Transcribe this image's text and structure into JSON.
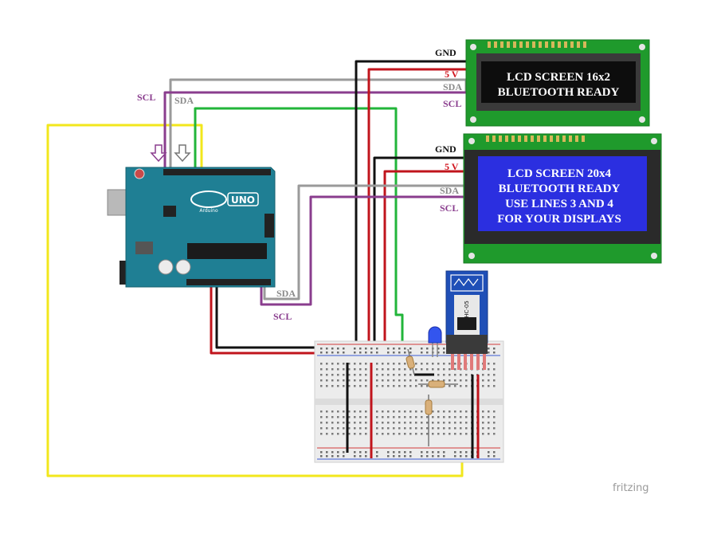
{
  "labels": {
    "gnd": "GND",
    "v5": "5 V",
    "sda": "SDA",
    "scl": "SCL"
  },
  "lcd16": {
    "line1": "LCD  SCREEN  16x2",
    "line2": "BLUETOOTH  READY"
  },
  "lcd20": {
    "line1": "LCD   SCREEN    20x4",
    "line2": "BLUETOOTH    READY",
    "line3": "USE LINES 3 AND 4",
    "line4": "FOR YOUR DISPLAYS"
  },
  "arduino": {
    "model": "UNO",
    "brand": "Arduino"
  },
  "bluetooth_module": "HC-05",
  "watermark": "fritzing",
  "colors": {
    "gnd_wire": "#111111",
    "vcc_wire": "#c0141c",
    "sda_wire": "#9a9a9a",
    "scl_wire": "#8a3d8e",
    "green_wire": "#22b53a",
    "yellow_wire": "#f2e71c",
    "lcd16_bg": "#0d0d0d",
    "lcd16_text": "#ffffff",
    "lcd20_bg": "#2b2fe0",
    "lcd20_text": "#ffffff",
    "pcb": "#1f9a2c",
    "arduino_board": "#1f7f94",
    "label_red": "#d0101a",
    "label_purple": "#8a3d8e",
    "label_gray": "#8a8a8a"
  }
}
